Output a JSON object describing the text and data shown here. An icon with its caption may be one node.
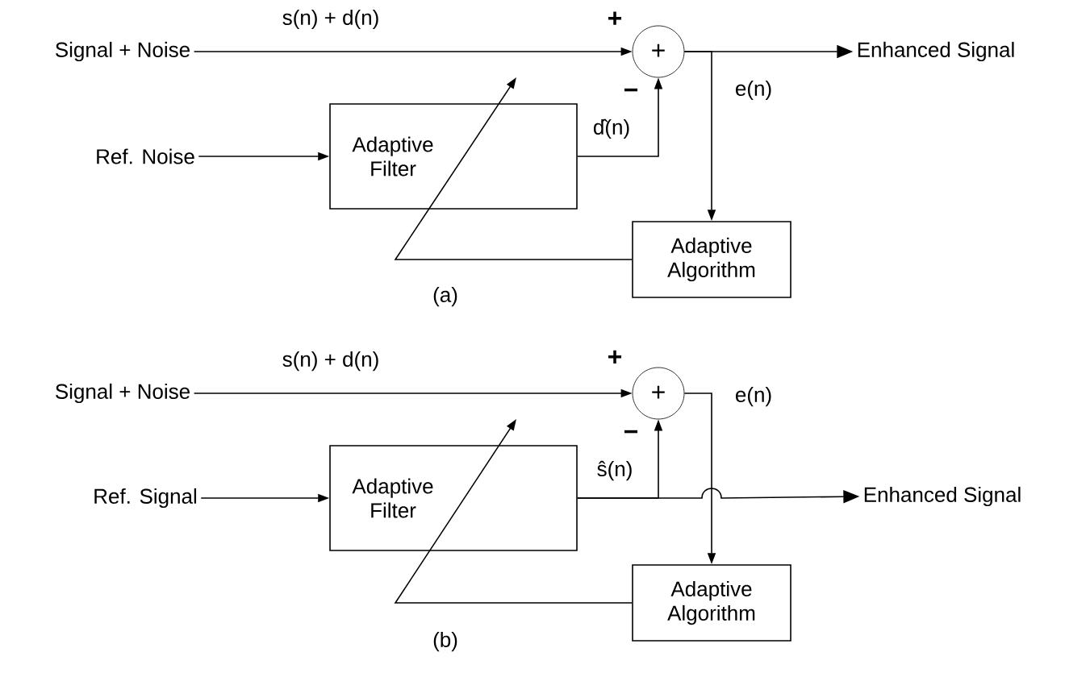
{
  "diagram": {
    "nodes": [
      {
        "text": [
          "Signal + Noise"
        ]
      },
      {
        "text": [
          "Ref. Noise"
        ]
      },
      {
        "text": [
          "Adaptive Filter"
        ]
      },
      {
        "text": [
          "+"
        ]
      },
      {
        "text": [
          "Enhanced Signal"
        ]
      },
      {
        "text": [
          "Adaptive Algorithm"
        ]
      },
      {
        "text": [
          "Signal + Noise"
        ]
      },
      {
        "text": [
          "Ref. Signal"
        ]
      },
      {
        "text": [
          "Adaptive Filter"
        ]
      },
      {
        "text": [
          "+"
        ]
      },
      {
        "text": [
          "Enhanced Signal"
        ]
      },
      {
        "text": [
          "Adaptive Algorithm"
        ]
      }
    ],
    "edges": [
      {
        "from": 0,
        "to": 3,
        "arrow": "to",
        "label": "s(n) + d(n)"
      },
      {
        "from": 1,
        "to": 2,
        "arrow": "to"
      },
      {
        "from": 2,
        "to": 3,
        "arrow": "to",
        "label": "d̂(n)"
      },
      {
        "from": 3,
        "to": 4,
        "arrow": "to"
      },
      {
        "from": 3,
        "to": 5,
        "arrow": "to",
        "label": "e(n)"
      },
      {
        "from": 5,
        "to": 2,
        "arrow": "to"
      },
      {
        "from": 6,
        "to": 9,
        "arrow": "to",
        "label": "s(n) + d(n)"
      },
      {
        "from": 7,
        "to": 8,
        "arrow": "to"
      },
      {
        "from": 8,
        "to": 9,
        "arrow": "to",
        "label": "ŝ(n)"
      },
      {
        "from": 8,
        "to": 10,
        "arrow": "to"
      },
      {
        "from": 9,
        "to": 11,
        "arrow": "to",
        "label": "e(n)"
      },
      {
        "from": 11,
        "to": 8,
        "arrow": "to"
      }
    ],
    "labels": [
      "+",
      "−",
      "(a)",
      "+",
      "−",
      "(b)"
    ]
  }
}
